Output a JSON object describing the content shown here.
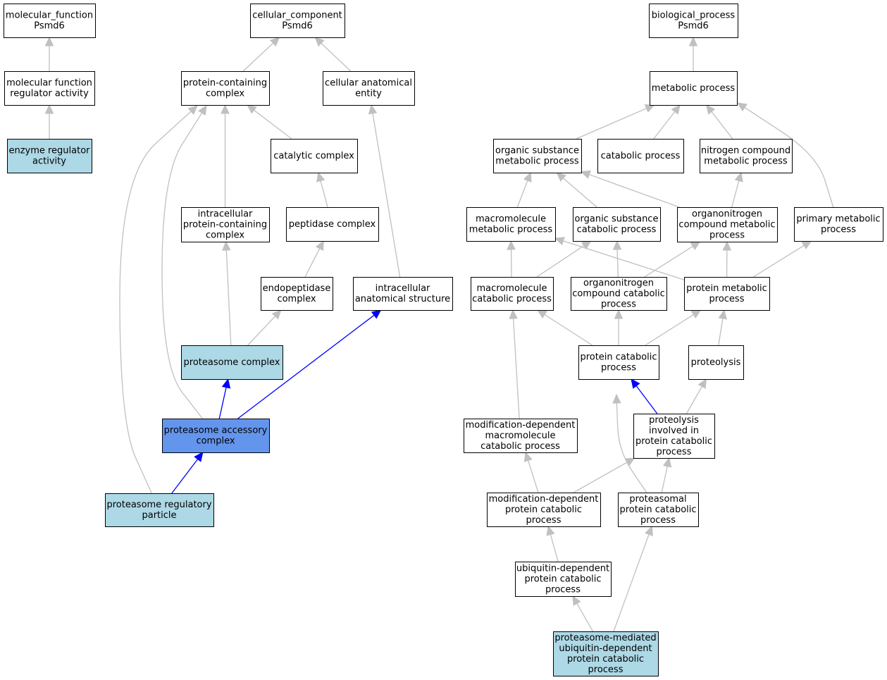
{
  "colors": {
    "edge_default": "#c0c0c0",
    "edge_highlight": "#0000ff",
    "fill_default": "#ffffff",
    "fill_annotated": "#add8e6",
    "fill_focus": "#6495ed"
  },
  "nodes": [
    {
      "id": "mf_root",
      "lines": [
        "molecular_function",
        "Psmd6"
      ],
      "fill": "default"
    },
    {
      "id": "mf_reg",
      "lines": [
        "molecular function",
        "regulator activity"
      ],
      "fill": "default"
    },
    {
      "id": "enz_reg",
      "lines": [
        "enzyme regulator",
        "activity"
      ],
      "fill": "annotated"
    },
    {
      "id": "cc_root",
      "lines": [
        "cellular_component",
        "Psmd6"
      ],
      "fill": "default"
    },
    {
      "id": "prot_cont",
      "lines": [
        "protein-containing",
        "complex"
      ],
      "fill": "default"
    },
    {
      "id": "cell_anat",
      "lines": [
        "cellular anatomical",
        "entity"
      ],
      "fill": "default"
    },
    {
      "id": "cat_complex",
      "lines": [
        "catalytic complex"
      ],
      "fill": "default"
    },
    {
      "id": "intra_prot",
      "lines": [
        "intracellular",
        "protein-containing",
        "complex"
      ],
      "fill": "default"
    },
    {
      "id": "pept_complex",
      "lines": [
        "peptidase complex"
      ],
      "fill": "default"
    },
    {
      "id": "endopept",
      "lines": [
        "endopeptidase",
        "complex"
      ],
      "fill": "default"
    },
    {
      "id": "intra_anat",
      "lines": [
        "intracellular",
        "anatomical structure"
      ],
      "fill": "default"
    },
    {
      "id": "proteasome",
      "lines": [
        "proteasome complex"
      ],
      "fill": "annotated"
    },
    {
      "id": "prot_access",
      "lines": [
        "proteasome accessory",
        "complex"
      ],
      "fill": "focus"
    },
    {
      "id": "prot_reg",
      "lines": [
        "proteasome regulatory",
        "particle"
      ],
      "fill": "annotated"
    },
    {
      "id": "bp_root",
      "lines": [
        "biological_process",
        "Psmd6"
      ],
      "fill": "default"
    },
    {
      "id": "metab",
      "lines": [
        "metabolic process"
      ],
      "fill": "default"
    },
    {
      "id": "org_sub_met",
      "lines": [
        "organic substance",
        "metabolic process"
      ],
      "fill": "default"
    },
    {
      "id": "catab",
      "lines": [
        "catabolic process"
      ],
      "fill": "default"
    },
    {
      "id": "nitro_met",
      "lines": [
        "nitrogen compound",
        "metabolic process"
      ],
      "fill": "default"
    },
    {
      "id": "macro_met",
      "lines": [
        "macromolecule",
        "metabolic process"
      ],
      "fill": "default"
    },
    {
      "id": "org_sub_cat",
      "lines": [
        "organic substance",
        "catabolic process"
      ],
      "fill": "default"
    },
    {
      "id": "orgnitro_met",
      "lines": [
        "organonitrogen",
        "compound metabolic",
        "process"
      ],
      "fill": "default"
    },
    {
      "id": "prim_met",
      "lines": [
        "primary metabolic",
        "process"
      ],
      "fill": "default"
    },
    {
      "id": "macro_cat",
      "lines": [
        "macromolecule",
        "catabolic process"
      ],
      "fill": "default"
    },
    {
      "id": "orgnitro_cat",
      "lines": [
        "organonitrogen",
        "compound catabolic",
        "process"
      ],
      "fill": "default"
    },
    {
      "id": "prot_met",
      "lines": [
        "protein metabolic",
        "process"
      ],
      "fill": "default"
    },
    {
      "id": "prot_cat",
      "lines": [
        "protein catabolic",
        "process"
      ],
      "fill": "default"
    },
    {
      "id": "proteolysis",
      "lines": [
        "proteolysis"
      ],
      "fill": "default"
    },
    {
      "id": "mod_macro_cat",
      "lines": [
        "modification-dependent",
        "macromolecule",
        "catabolic process"
      ],
      "fill": "default"
    },
    {
      "id": "proteo_inv",
      "lines": [
        "proteolysis",
        "involved in",
        "protein catabolic",
        "process"
      ],
      "fill": "default"
    },
    {
      "id": "mod_prot_cat",
      "lines": [
        "modification-dependent",
        "protein catabolic",
        "process"
      ],
      "fill": "default"
    },
    {
      "id": "psome_prot_cat",
      "lines": [
        "proteasomal",
        "protein catabolic",
        "process"
      ],
      "fill": "default"
    },
    {
      "id": "ubiq_prot_cat",
      "lines": [
        "ubiquitin-dependent",
        "protein catabolic",
        "process"
      ],
      "fill": "default"
    },
    {
      "id": "psome_ubiq",
      "lines": [
        "proteasome-mediated",
        "ubiquitin-dependent",
        "protein catabolic",
        "process"
      ],
      "fill": "annotated"
    }
  ],
  "edges": [
    {
      "from": "mf_reg",
      "to": "mf_root",
      "kind": "default"
    },
    {
      "from": "enz_reg",
      "to": "mf_reg",
      "kind": "default"
    },
    {
      "from": "prot_cont",
      "to": "cc_root",
      "kind": "default"
    },
    {
      "from": "cell_anat",
      "to": "cc_root",
      "kind": "default"
    },
    {
      "from": "cat_complex",
      "to": "prot_cont",
      "kind": "default"
    },
    {
      "from": "intra_prot",
      "to": "prot_cont",
      "kind": "default"
    },
    {
      "from": "pept_complex",
      "to": "cat_complex",
      "kind": "default"
    },
    {
      "from": "endopept",
      "to": "pept_complex",
      "kind": "default"
    },
    {
      "from": "intra_anat",
      "to": "cell_anat",
      "kind": "default"
    },
    {
      "from": "proteasome",
      "to": "intra_prot",
      "kind": "default"
    },
    {
      "from": "proteasome",
      "to": "endopept",
      "kind": "default"
    },
    {
      "from": "prot_access",
      "to": "prot_cont",
      "kind": "default"
    },
    {
      "from": "prot_access",
      "to": "proteasome",
      "kind": "highlight"
    },
    {
      "from": "prot_access",
      "to": "intra_anat",
      "kind": "highlight"
    },
    {
      "from": "prot_reg",
      "to": "prot_cont",
      "kind": "default"
    },
    {
      "from": "prot_reg",
      "to": "prot_access",
      "kind": "highlight"
    },
    {
      "from": "metab",
      "to": "bp_root",
      "kind": "default"
    },
    {
      "from": "org_sub_met",
      "to": "metab",
      "kind": "default"
    },
    {
      "from": "catab",
      "to": "metab",
      "kind": "default"
    },
    {
      "from": "nitro_met",
      "to": "metab",
      "kind": "default"
    },
    {
      "from": "prim_met",
      "to": "metab",
      "kind": "default"
    },
    {
      "from": "macro_met",
      "to": "org_sub_met",
      "kind": "default"
    },
    {
      "from": "org_sub_cat",
      "to": "org_sub_met",
      "kind": "default"
    },
    {
      "from": "orgnitro_met",
      "to": "org_sub_met",
      "kind": "default"
    },
    {
      "from": "orgnitro_met",
      "to": "nitro_met",
      "kind": "default"
    },
    {
      "from": "macro_cat",
      "to": "macro_met",
      "kind": "default"
    },
    {
      "from": "macro_cat",
      "to": "org_sub_cat",
      "kind": "default"
    },
    {
      "from": "orgnitro_cat",
      "to": "org_sub_cat",
      "kind": "default"
    },
    {
      "from": "orgnitro_cat",
      "to": "orgnitro_met",
      "kind": "default"
    },
    {
      "from": "prot_met",
      "to": "macro_met",
      "kind": "default"
    },
    {
      "from": "prot_met",
      "to": "orgnitro_met",
      "kind": "default"
    },
    {
      "from": "prot_met",
      "to": "prim_met",
      "kind": "default"
    },
    {
      "from": "prot_cat",
      "to": "macro_cat",
      "kind": "default"
    },
    {
      "from": "prot_cat",
      "to": "orgnitro_cat",
      "kind": "default"
    },
    {
      "from": "prot_cat",
      "to": "prot_met",
      "kind": "default"
    },
    {
      "from": "proteolysis",
      "to": "prot_met",
      "kind": "default"
    },
    {
      "from": "mod_macro_cat",
      "to": "macro_cat",
      "kind": "default"
    },
    {
      "from": "proteo_inv",
      "to": "prot_cat",
      "kind": "highlight"
    },
    {
      "from": "proteo_inv",
      "to": "proteolysis",
      "kind": "default"
    },
    {
      "from": "mod_prot_cat",
      "to": "mod_macro_cat",
      "kind": "default"
    },
    {
      "from": "mod_prot_cat",
      "to": "proteo_inv",
      "kind": "default"
    },
    {
      "from": "psome_prot_cat",
      "to": "prot_cat",
      "kind": "default"
    },
    {
      "from": "psome_prot_cat",
      "to": "proteo_inv",
      "kind": "default"
    },
    {
      "from": "ubiq_prot_cat",
      "to": "mod_prot_cat",
      "kind": "default"
    },
    {
      "from": "psome_ubiq",
      "to": "ubiq_prot_cat",
      "kind": "default"
    },
    {
      "from": "psome_ubiq",
      "to": "psome_prot_cat",
      "kind": "default"
    }
  ]
}
